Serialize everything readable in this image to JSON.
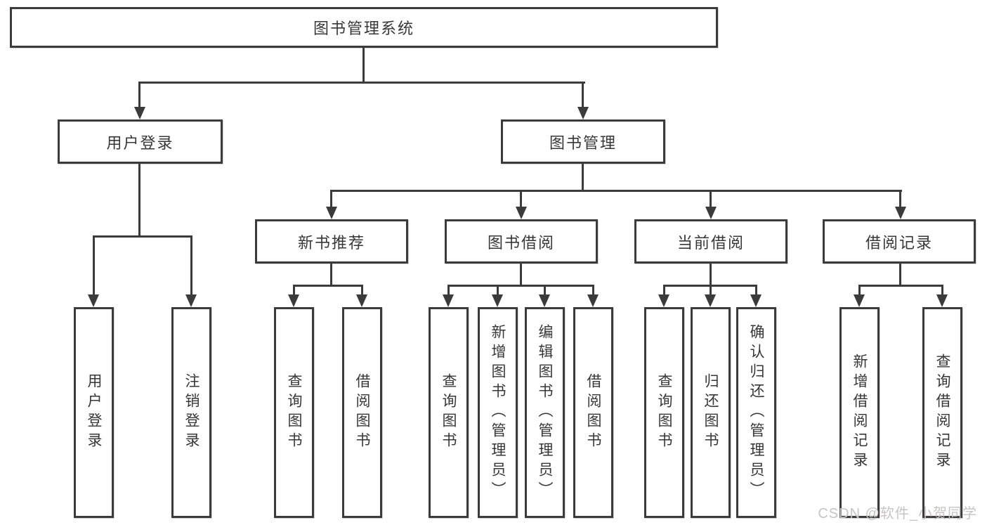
{
  "diagram": {
    "title": "图书管理系统",
    "type": "hierarchy-tree",
    "colors": {
      "background": "#ffffff",
      "line": "#3b3b3b",
      "box_border": "#3b3b3b",
      "text": "#373737",
      "watermark_text": "#c9c4c4"
    }
  },
  "nodes": {
    "root": {
      "label": "图书管理系统"
    },
    "user_login": {
      "label": "用户登录"
    },
    "book_mgmt": {
      "label": "图书管理"
    },
    "new_book": {
      "label": "新书推荐"
    },
    "book_borrow": {
      "label": "图书借阅"
    },
    "current_borrow": {
      "label": "当前借阅"
    },
    "borrow_record": {
      "label": "借阅记录"
    },
    "leaf_user_login": {
      "label": "用户登录"
    },
    "leaf_logout": {
      "label": "注销登录"
    },
    "leaf_query_book_1": {
      "label": "查询图书"
    },
    "leaf_borrow_book_1": {
      "label": "借阅图书"
    },
    "leaf_query_book_2": {
      "label": "查询图书"
    },
    "leaf_add_book": {
      "label": "新增图书（管理员）"
    },
    "leaf_edit_book": {
      "label": "编辑图书（管理员）"
    },
    "leaf_borrow_book_2": {
      "label": "借阅图书"
    },
    "leaf_query_book_3": {
      "label": "查询图书"
    },
    "leaf_return_book": {
      "label": "归还图书"
    },
    "leaf_confirm_return": {
      "label": "确认归还（管理员）"
    },
    "leaf_add_record": {
      "label": "新增借阅记录"
    },
    "leaf_query_record": {
      "label": "查询借阅记录"
    }
  },
  "watermark": {
    "text": "CSDN @软件_小贺同学"
  }
}
